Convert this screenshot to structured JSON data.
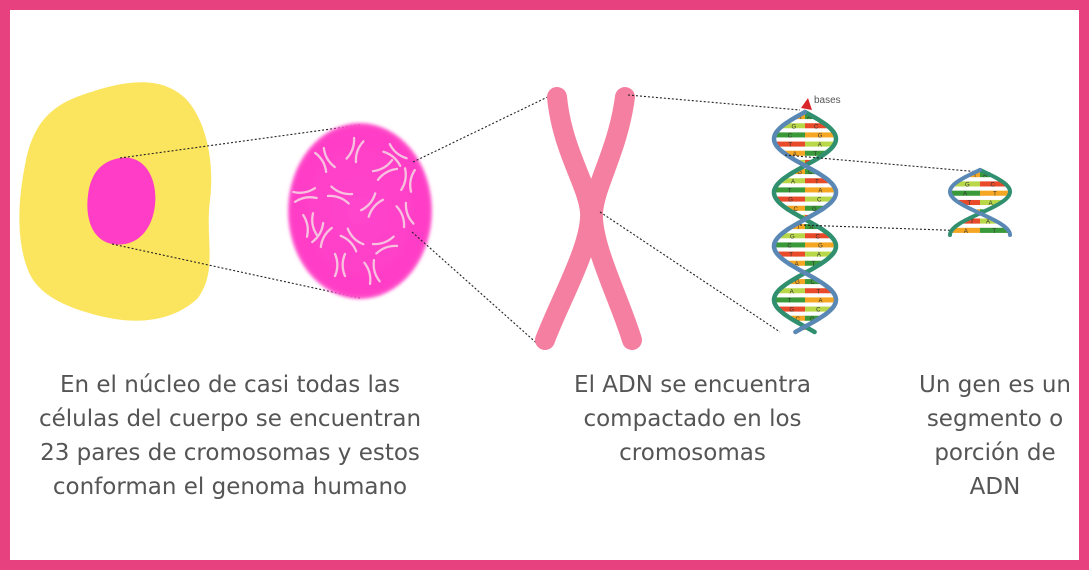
{
  "captions": {
    "genome": "En el núcleo de casi todas las\ncélulas del cuerpo se encuentran\n23 pares de cromosomas y estos\nconforman el genoma humano",
    "dna": "El ADN se encuentra\ncompactado en los\ncromosomas",
    "gene": "Un gen es un\nsegmento o\nporción de\nADN"
  },
  "labels": {
    "bases": "bases",
    "helix_big": [
      "A",
      "T",
      "C",
      "G",
      "G",
      "C",
      "A",
      "T",
      "T",
      "A",
      "C",
      "G",
      "G",
      "C",
      "A",
      "T",
      "T",
      "A",
      "G",
      "C",
      "C",
      "G",
      "A",
      "T"
    ],
    "helix_small": [
      "A",
      "T",
      "C",
      "G",
      "T",
      "A"
    ]
  },
  "colors": {
    "border": "#e8417f",
    "cell": "#fce55e",
    "nucleus": "#ff3dc6",
    "chromosome": "#f57fa0",
    "strand_a": "#2f8f6f",
    "strand_b": "#5a88b5",
    "rung_colors": [
      "#3a9a3a",
      "#e84a2a",
      "#f5a623",
      "#b8d84a"
    ]
  },
  "icons": {
    "cell": "cell-shape",
    "nucleus-zoom": "chromosome-cluster",
    "chromosome": "x-chromosome",
    "dna": "double-helix",
    "gene": "helix-segment"
  }
}
